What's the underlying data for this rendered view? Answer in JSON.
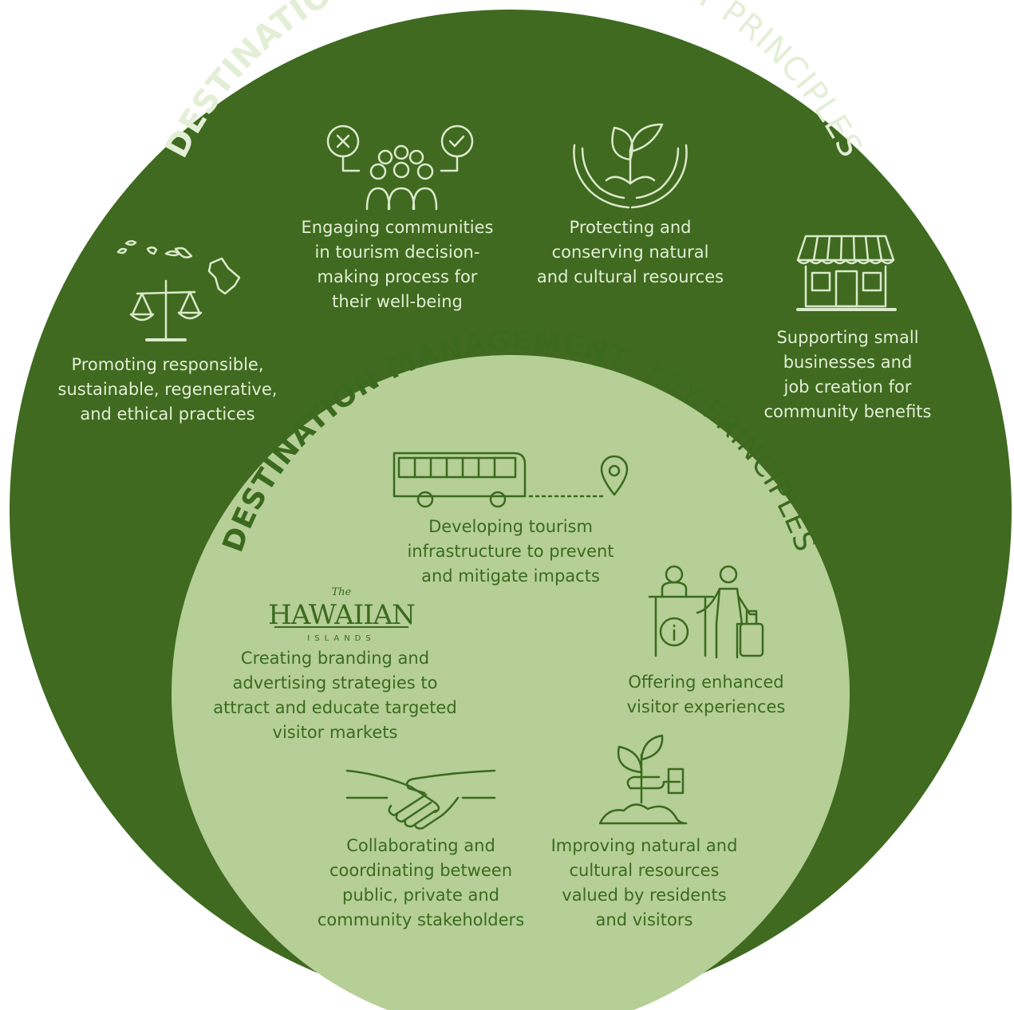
{
  "colors": {
    "outer_fill": "#3f6a1f",
    "inner_fill": "#b5cf96",
    "outer_text": "#e3eed6",
    "inner_text": "#3b6a1f",
    "outer_icon": "#dbe9cb",
    "inner_icon": "#3b6a1f"
  },
  "stewardship": {
    "title_bold": "DESTINATION STEWARDSHIP",
    "title_light": ": KEY PRINCIPLES",
    "principles": [
      {
        "icon": "scales-islands-icon",
        "lines": [
          "Promoting responsible,",
          "sustainable, regenerative,",
          "and ethical practices"
        ]
      },
      {
        "icon": "community-decision-icon",
        "lines": [
          "Engaging communities",
          "in tourism decision-",
          "making process for",
          "their well-being"
        ]
      },
      {
        "icon": "hands-plant-icon",
        "lines": [
          "Protecting and",
          "conserving natural",
          "and cultural resources"
        ]
      },
      {
        "icon": "storefront-icon",
        "lines": [
          "Supporting small",
          "businesses and",
          "job creation for",
          "community benefits"
        ]
      }
    ]
  },
  "management": {
    "title_bold": "DESTINATION MANAGEMENT",
    "title_light": ": KEY PRINCIPLES",
    "logo": {
      "the": "The",
      "name": "HAWAIIAN",
      "sub": "ISLANDS"
    },
    "principles": [
      {
        "icon": "bus-route-icon",
        "lines": [
          "Developing tourism",
          "infrastructure to prevent",
          "and mitigate impacts"
        ]
      },
      {
        "icon": "hawaiian-islands-logo",
        "lines": [
          "Creating branding and",
          "advertising strategies to",
          "attract and educate targeted",
          "visitor markets"
        ]
      },
      {
        "icon": "visitor-info-desk-icon",
        "lines": [
          "Offering enhanced",
          "visitor experiences"
        ]
      },
      {
        "icon": "handshake-icon",
        "lines": [
          "Collaborating and",
          "coordinating between",
          "public, private and",
          "community stakeholders"
        ]
      },
      {
        "icon": "hand-planting-icon",
        "lines": [
          "Improving natural and",
          "cultural resources",
          "valued by residents",
          "and visitors"
        ]
      }
    ]
  }
}
